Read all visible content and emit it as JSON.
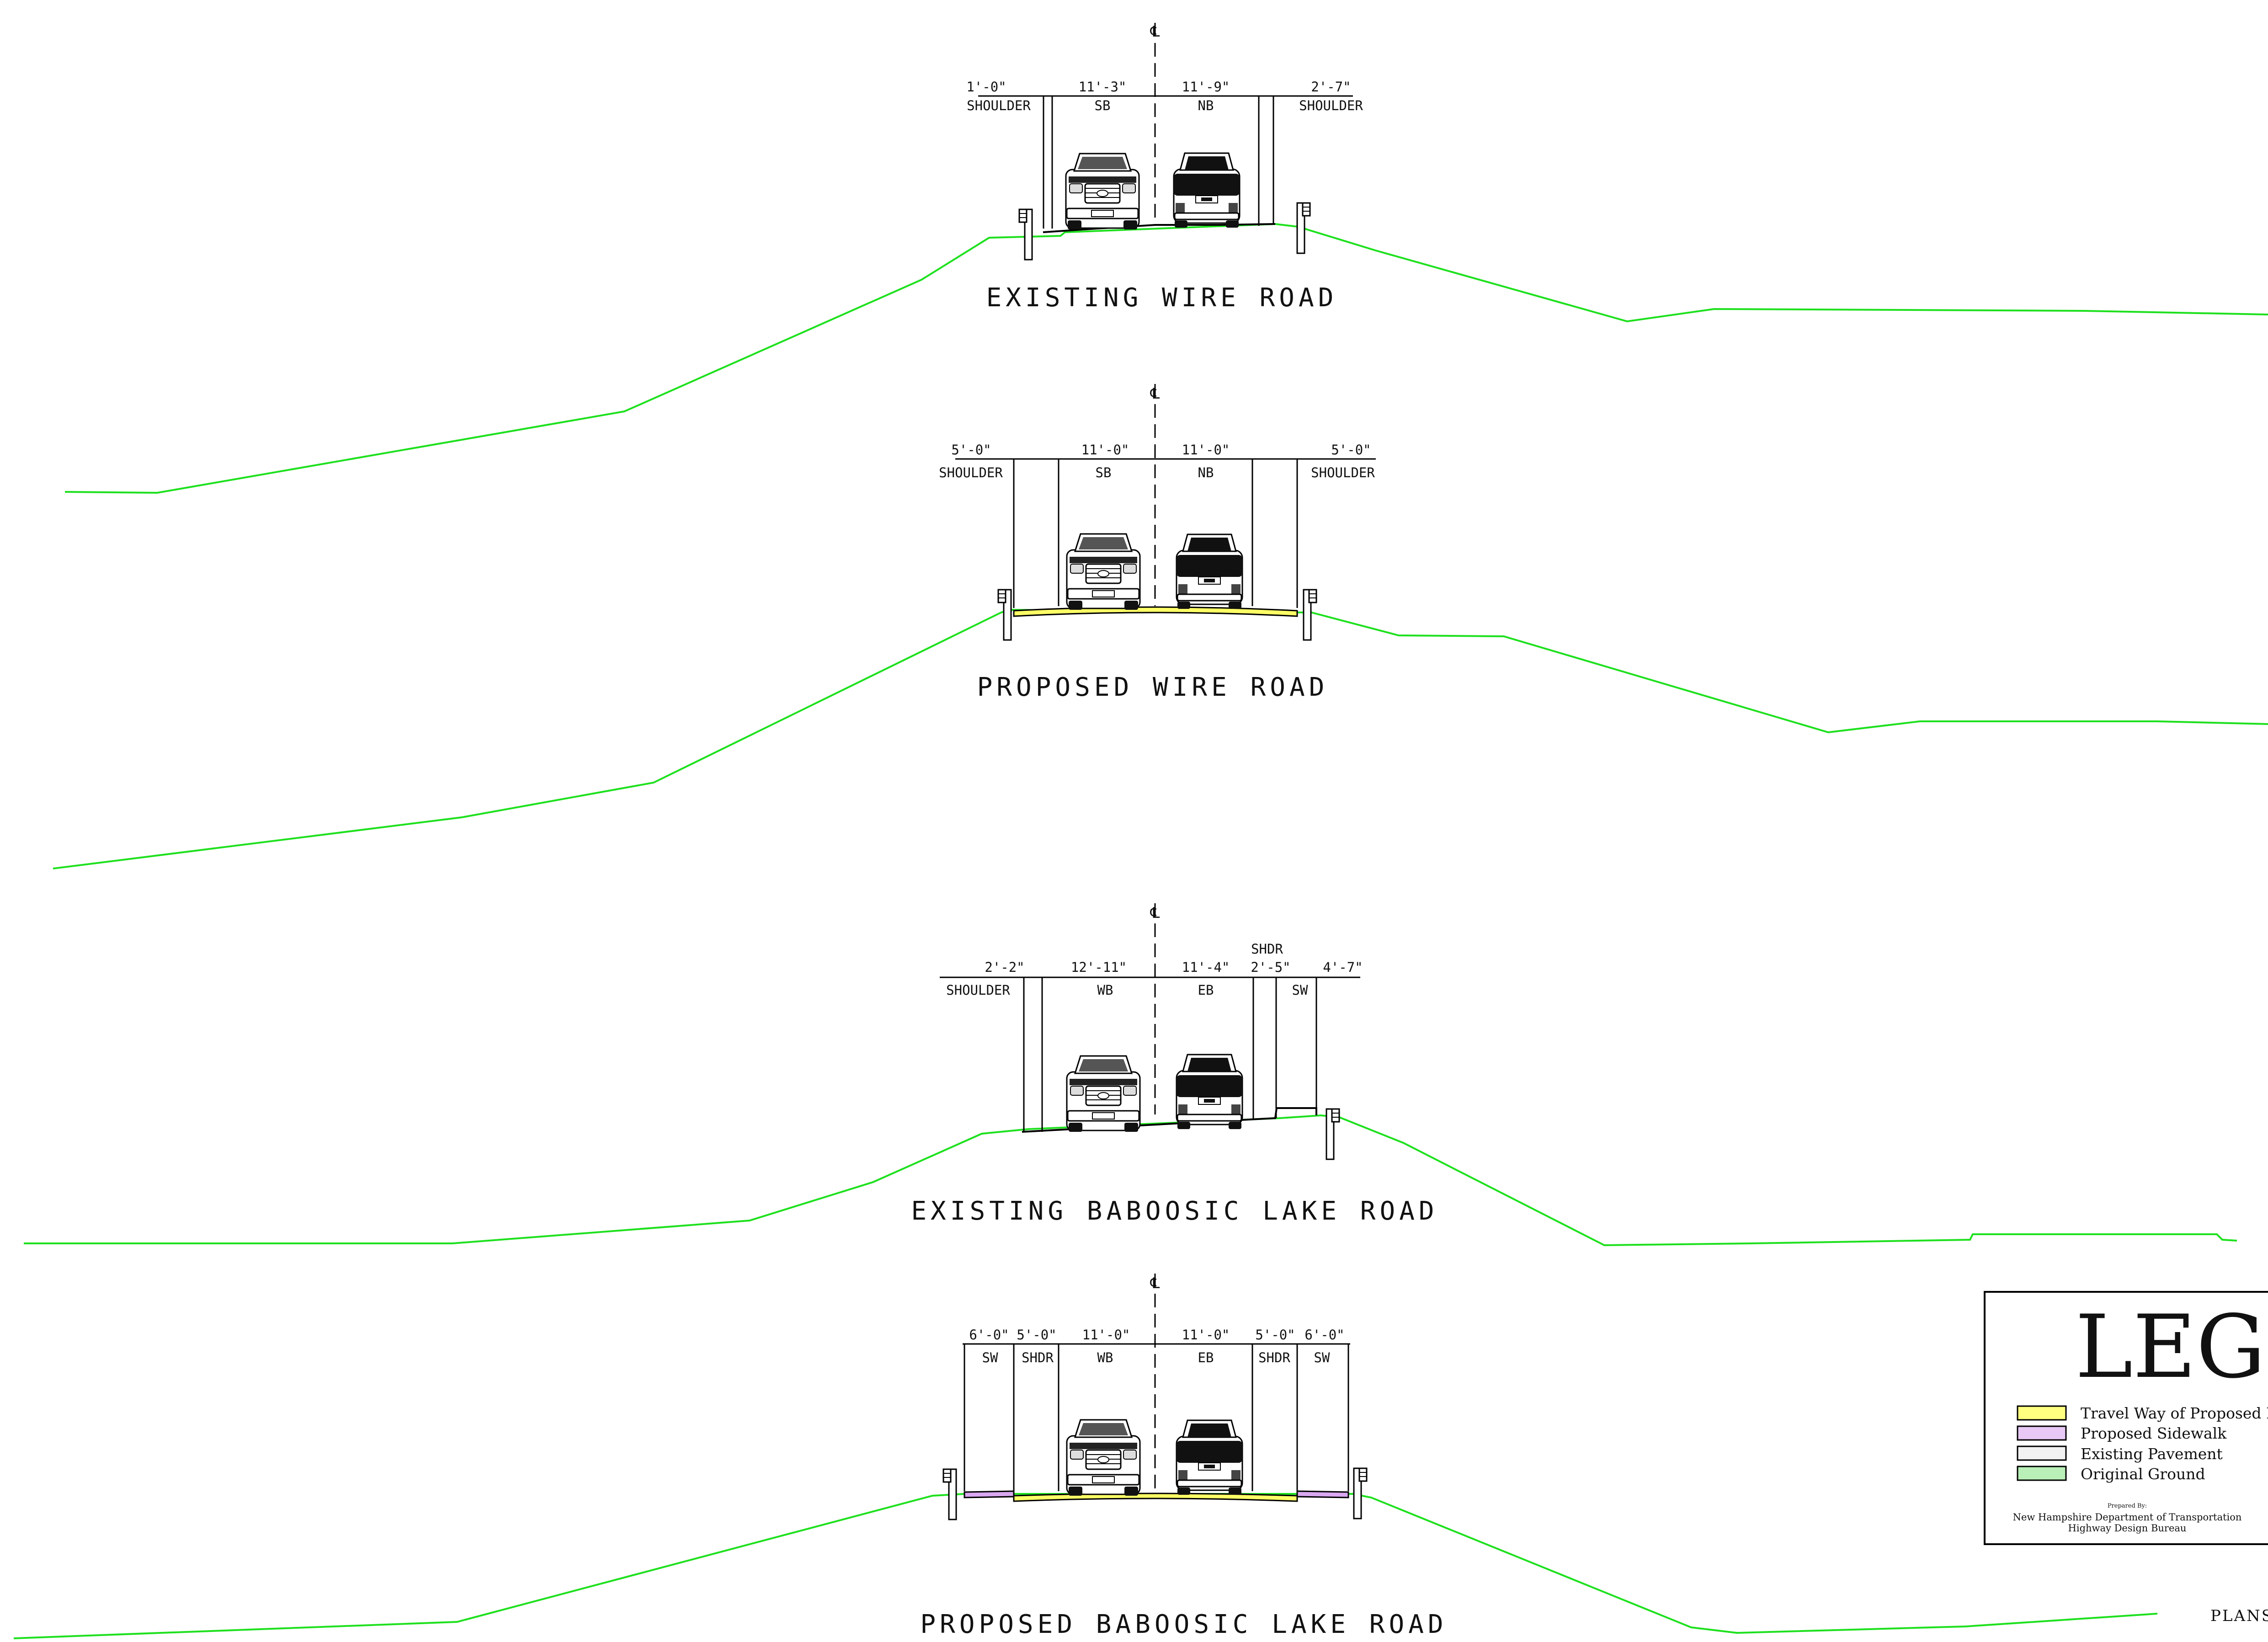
{
  "sections": [
    {
      "title": "EXISTING WIRE ROAD",
      "centerline_symbol": "℄",
      "dims": [
        {
          "value": "1'-0\"",
          "label": "SHOULDER"
        },
        {
          "value": "11'-3\"",
          "label": "SB"
        },
        {
          "value": "11'-9\"",
          "label": "NB"
        },
        {
          "value": "2'-7\"",
          "label": "SHOULDER"
        }
      ]
    },
    {
      "title": "PROPOSED WIRE ROAD",
      "centerline_symbol": "℄",
      "dims": [
        {
          "value": "5'-0\"",
          "label": "SHOULDER"
        },
        {
          "value": "11'-0\"",
          "label": "SB"
        },
        {
          "value": "11'-0\"",
          "label": "NB"
        },
        {
          "value": "5'-0\"",
          "label": "SHOULDER"
        }
      ]
    },
    {
      "title": "EXISTING BABOOSIC LAKE ROAD",
      "centerline_symbol": "℄",
      "dims": [
        {
          "value": "2'-2\"",
          "label": "SHOULDER"
        },
        {
          "value": "12'-11\"",
          "label": "WB"
        },
        {
          "value": "11'-4\"",
          "label": "EB"
        },
        {
          "value": "2'-5\"",
          "label": "SHDR"
        },
        {
          "value": "4'-7\"",
          "label": "SW"
        }
      ]
    },
    {
      "title": "PROPOSED BABOOSIC LAKE ROAD",
      "centerline_symbol": "℄",
      "dims": [
        {
          "value": "6'-0\"",
          "label": "SW"
        },
        {
          "value": "5'-0\"",
          "label": "SHDR"
        },
        {
          "value": "11'-0\"",
          "label": "WB"
        },
        {
          "value": "11'-0\"",
          "label": "EB"
        },
        {
          "value": "5'-0\"",
          "label": "SHDR"
        },
        {
          "value": "6'-0\"",
          "label": "SW"
        }
      ]
    }
  ],
  "legend": {
    "title": "LEGE",
    "items": [
      {
        "label": "Travel Way of Proposed Ro",
        "color": "#ffff80"
      },
      {
        "label": "Proposed Sidewalk",
        "color": "#e8c8f5"
      },
      {
        "label": "Existing Pavement",
        "color": "#f2f2f2"
      },
      {
        "label": "Original Ground",
        "color": "#b8f0b8"
      }
    ],
    "prepared_by": "Prepared By:",
    "agency": "New Hampshire Department of Transportation",
    "bureau": "Highway Design Bureau"
  },
  "edge_text": "PLANS",
  "colors": {
    "ground": "#1ee01e",
    "proposed_travel_way": "#ffff66",
    "proposed_sidewalk": "#d9a8f0"
  }
}
